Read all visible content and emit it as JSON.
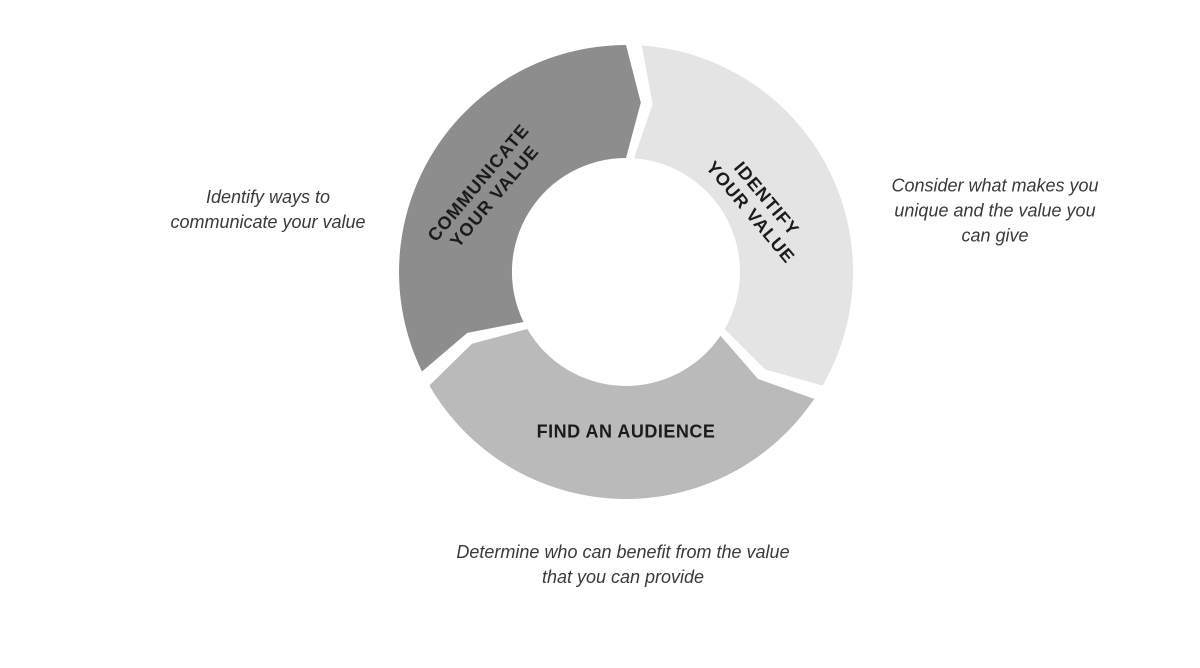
{
  "diagram": {
    "type": "cycle-donut",
    "flow_direction": "clockwise",
    "background_color": "#ffffff",
    "label_text_color": "#1b1b1b",
    "annotation_text_color": "#3a3a3a",
    "gap_color": "#ffffff",
    "segments": [
      {
        "id": "identify-your-value",
        "label_lines": [
          "IDENTIFY",
          "YOUR VALUE"
        ],
        "color": "#e4e4e4",
        "annotation": "Consider what makes you unique and the value you can give"
      },
      {
        "id": "find-an-audience",
        "label_lines": [
          "FIND AN AUDIENCE"
        ],
        "color": "#bababa",
        "annotation": "Determine who can benefit from the value that you can provide"
      },
      {
        "id": "communicate-your-value",
        "label_lines": [
          "COMMUNICATE",
          "YOUR VALUE"
        ],
        "color": "#8d8d8d",
        "annotation": "Identify ways to communicate your value"
      }
    ],
    "annotations": {
      "right": {
        "lines": [
          "Consider what makes you",
          "unique and the value you",
          "can give"
        ]
      },
      "bottom": {
        "lines": [
          "Determine who can benefit from the value",
          "that you can provide"
        ]
      },
      "left": {
        "lines": [
          "Identify ways to",
          "communicate your value"
        ]
      }
    }
  }
}
